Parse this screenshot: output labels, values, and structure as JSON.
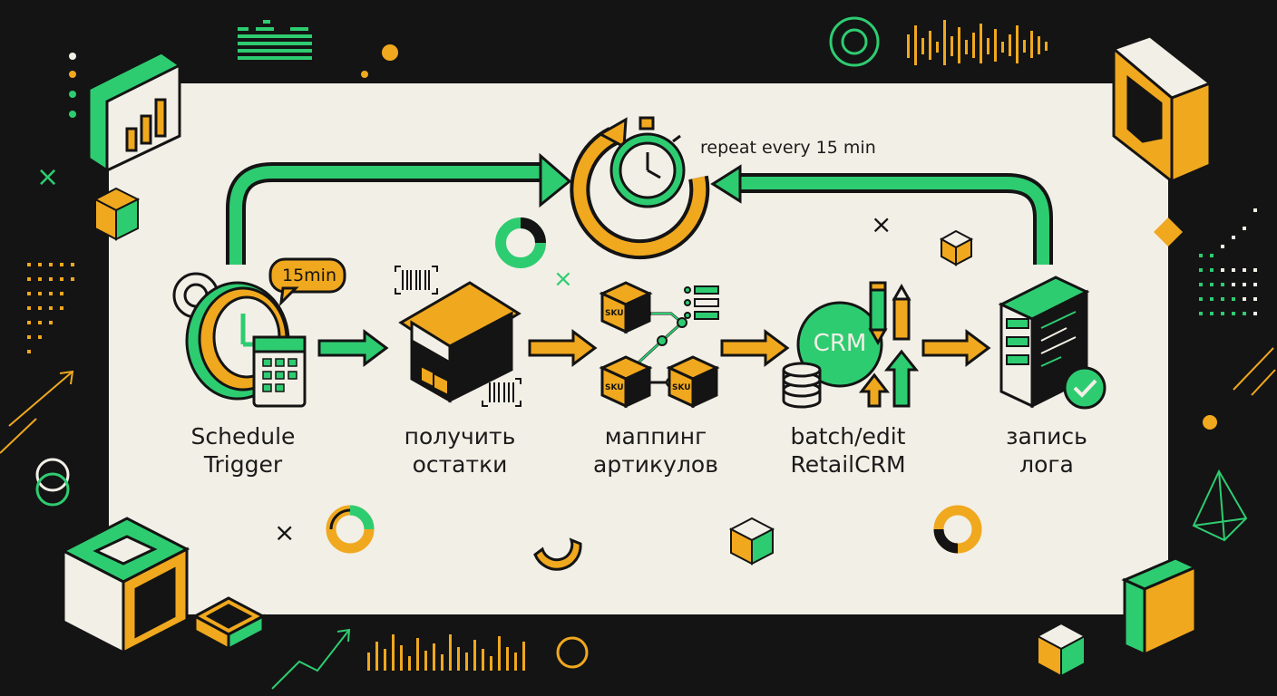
{
  "colors": {
    "green": "#2ecc71",
    "orange": "#f0a81e",
    "dark": "#141414",
    "cream": "#f2efe6"
  },
  "loop": {
    "text": "repeat every 15 min"
  },
  "steps": [
    {
      "id": "trigger",
      "line1": "Schedule",
      "line2": "Trigger",
      "badge": "15min",
      "icons": [
        "clock-icon",
        "calendar-icon",
        "gear-icon"
      ]
    },
    {
      "id": "fetch",
      "line1": "получить",
      "line2": "остатки",
      "icons": [
        "warehouse-icon",
        "barcode-icon"
      ]
    },
    {
      "id": "mapping",
      "line1": "маппинг",
      "line2": "артикулов",
      "icons": [
        "sku-box-icon",
        "list-icon"
      ]
    },
    {
      "id": "crm",
      "line1": "batch/edit",
      "line2": "RetailCRM",
      "badge": "CRM",
      "icons": [
        "crm-circle-icon",
        "database-icon",
        "pencil-icon"
      ]
    },
    {
      "id": "log",
      "line1": "запись",
      "line2": "лога",
      "icons": [
        "server-icon",
        "checkmark-icon"
      ]
    }
  ]
}
